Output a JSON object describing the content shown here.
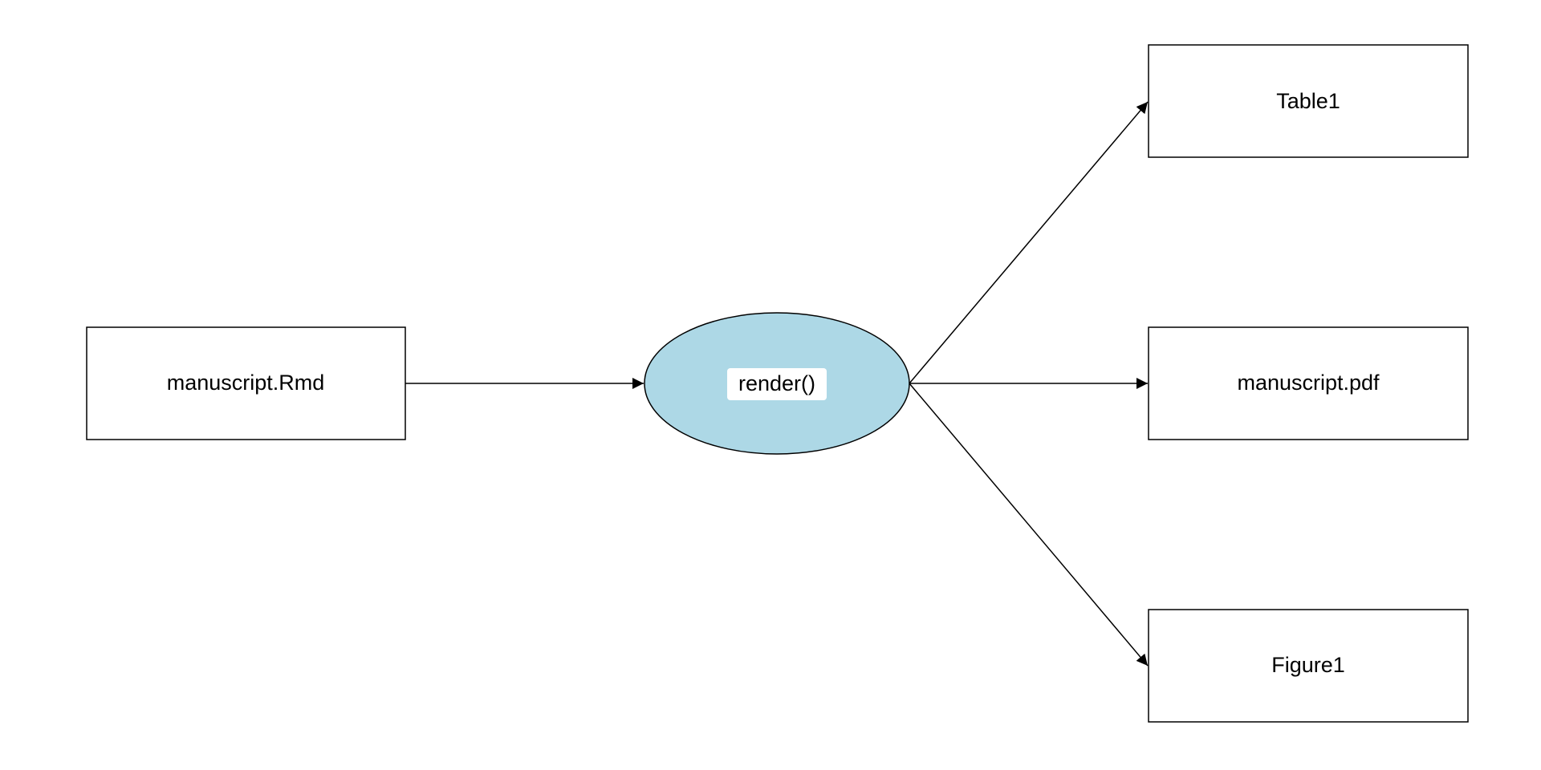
{
  "diagram": {
    "nodes": {
      "source": {
        "label": "manuscript.Rmd",
        "shape": "box"
      },
      "process": {
        "label": "render()",
        "shape": "ellipse",
        "fill": "#add8e6"
      },
      "table": {
        "label": "Table1",
        "shape": "box"
      },
      "pdf": {
        "label": "manuscript.pdf",
        "shape": "box"
      },
      "figure": {
        "label": "Figure1",
        "shape": "box"
      }
    },
    "edges": [
      {
        "from": "manuscript.Rmd",
        "to": "render()"
      },
      {
        "from": "render()",
        "to": "Table1"
      },
      {
        "from": "render()",
        "to": "manuscript.pdf"
      },
      {
        "from": "render()",
        "to": "Figure1"
      }
    ]
  }
}
